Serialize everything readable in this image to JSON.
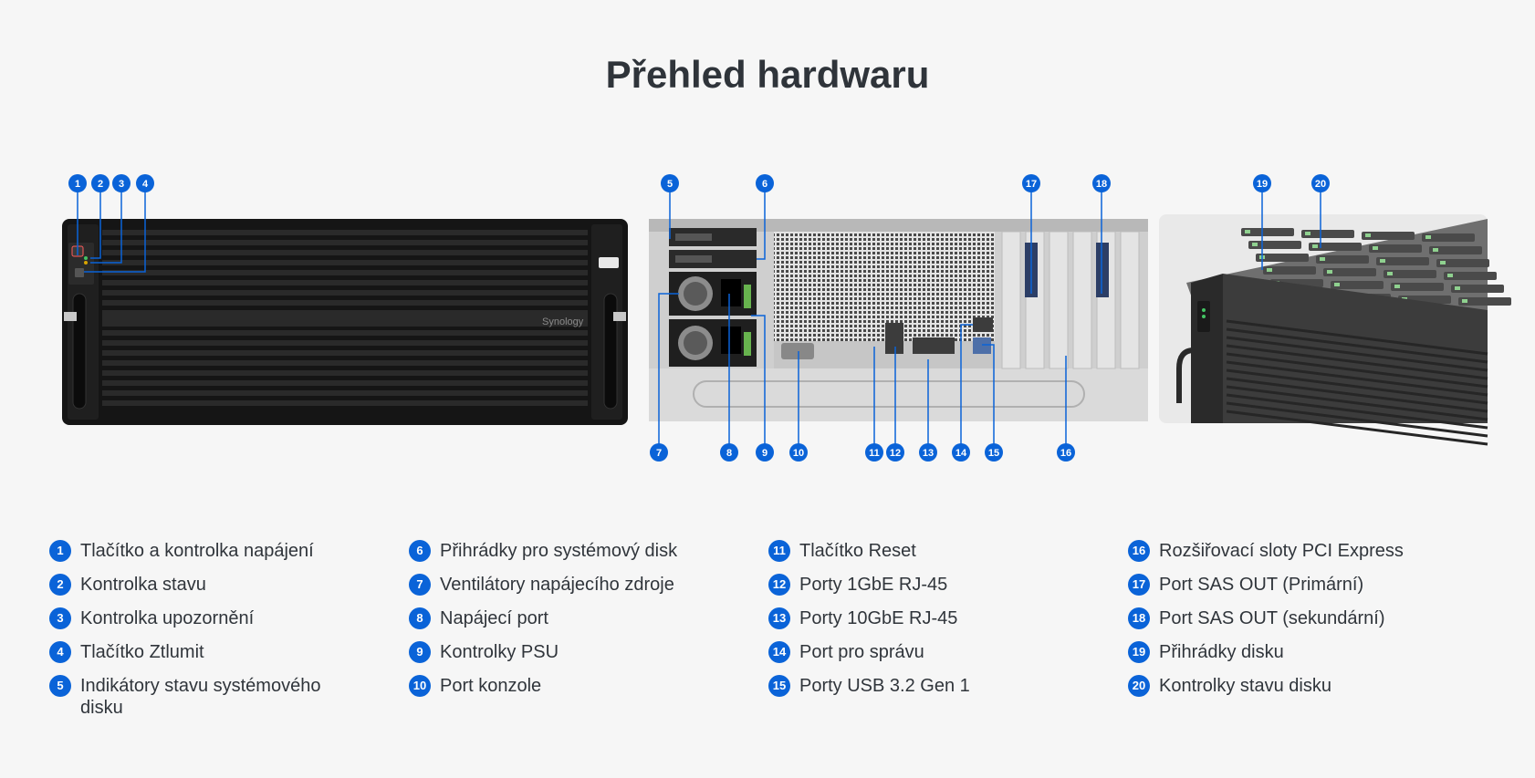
{
  "title": "Přehled hardwaru",
  "photos": {
    "brand": "Synology"
  },
  "accent_color": "#0a63d8",
  "legend": [
    {
      "num": "1",
      "text": "Tlačítko a kontrolka napájení"
    },
    {
      "num": "2",
      "text": "Kontrolka stavu"
    },
    {
      "num": "3",
      "text": "Kontrolka upozornění"
    },
    {
      "num": "4",
      "text": "Tlačítko Ztlumit"
    },
    {
      "num": "5",
      "text": "Indikátory stavu systémového disku"
    },
    {
      "num": "6",
      "text": "Přihrádky pro systémový disk"
    },
    {
      "num": "7",
      "text": "Ventilátory napájecího zdroje"
    },
    {
      "num": "8",
      "text": "Napájecí port"
    },
    {
      "num": "9",
      "text": "Kontrolky PSU"
    },
    {
      "num": "10",
      "text": "Port konzole"
    },
    {
      "num": "11",
      "text": "Tlačítko Reset"
    },
    {
      "num": "12",
      "text": "Porty 1GbE RJ-45"
    },
    {
      "num": "13",
      "text": "Porty 10GbE RJ-45"
    },
    {
      "num": "14",
      "text": "Port pro správu"
    },
    {
      "num": "15",
      "text": "Porty USB 3.2 Gen 1"
    },
    {
      "num": "16",
      "text": "Rozšiřovací sloty PCI Express"
    },
    {
      "num": "17",
      "text": "Port SAS OUT (Primární)"
    },
    {
      "num": "18",
      "text": "Port SAS OUT (sekundární)"
    },
    {
      "num": "19",
      "text": "Přihrádky disku"
    },
    {
      "num": "20",
      "text": "Kontrolky stavu disku"
    }
  ]
}
